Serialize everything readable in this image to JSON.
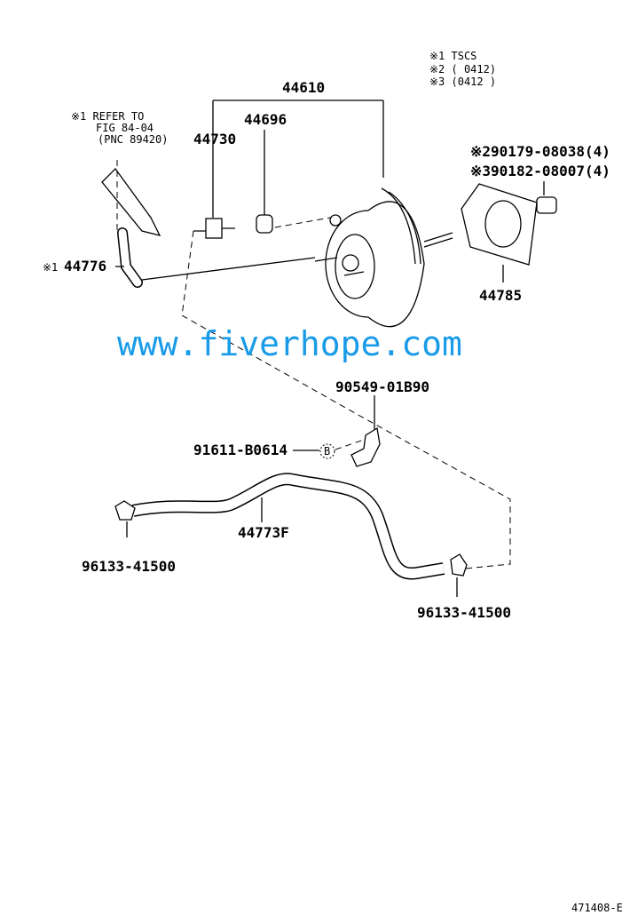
{
  "notes": {
    "legend": [
      "※1 TSCS",
      "※2 (        0412)",
      "※3 (0412        )"
    ],
    "refer": [
      "※1 REFER TO",
      "FIG 84-04",
      "(PNC 89420)"
    ]
  },
  "parts": {
    "booster_assy": "44610",
    "check_valve_grommet": "44696",
    "check_valve": "44730",
    "hose_44776": "44776",
    "hose_44776_mark": "※1",
    "bolt_a": "※290179-08038(4)",
    "bolt_b": "※390182-08007(4)",
    "gasket": "44785",
    "clamp_bolt": "90549-01B90",
    "clamp": "91611-B0614",
    "clamp_marker": "B",
    "vacuum_hose": "44773F",
    "hose_clip_left": "96133-41500",
    "hose_clip_right": "96133-41500"
  },
  "watermark": "www.fiverhope.com",
  "figure_code": "471408-E"
}
